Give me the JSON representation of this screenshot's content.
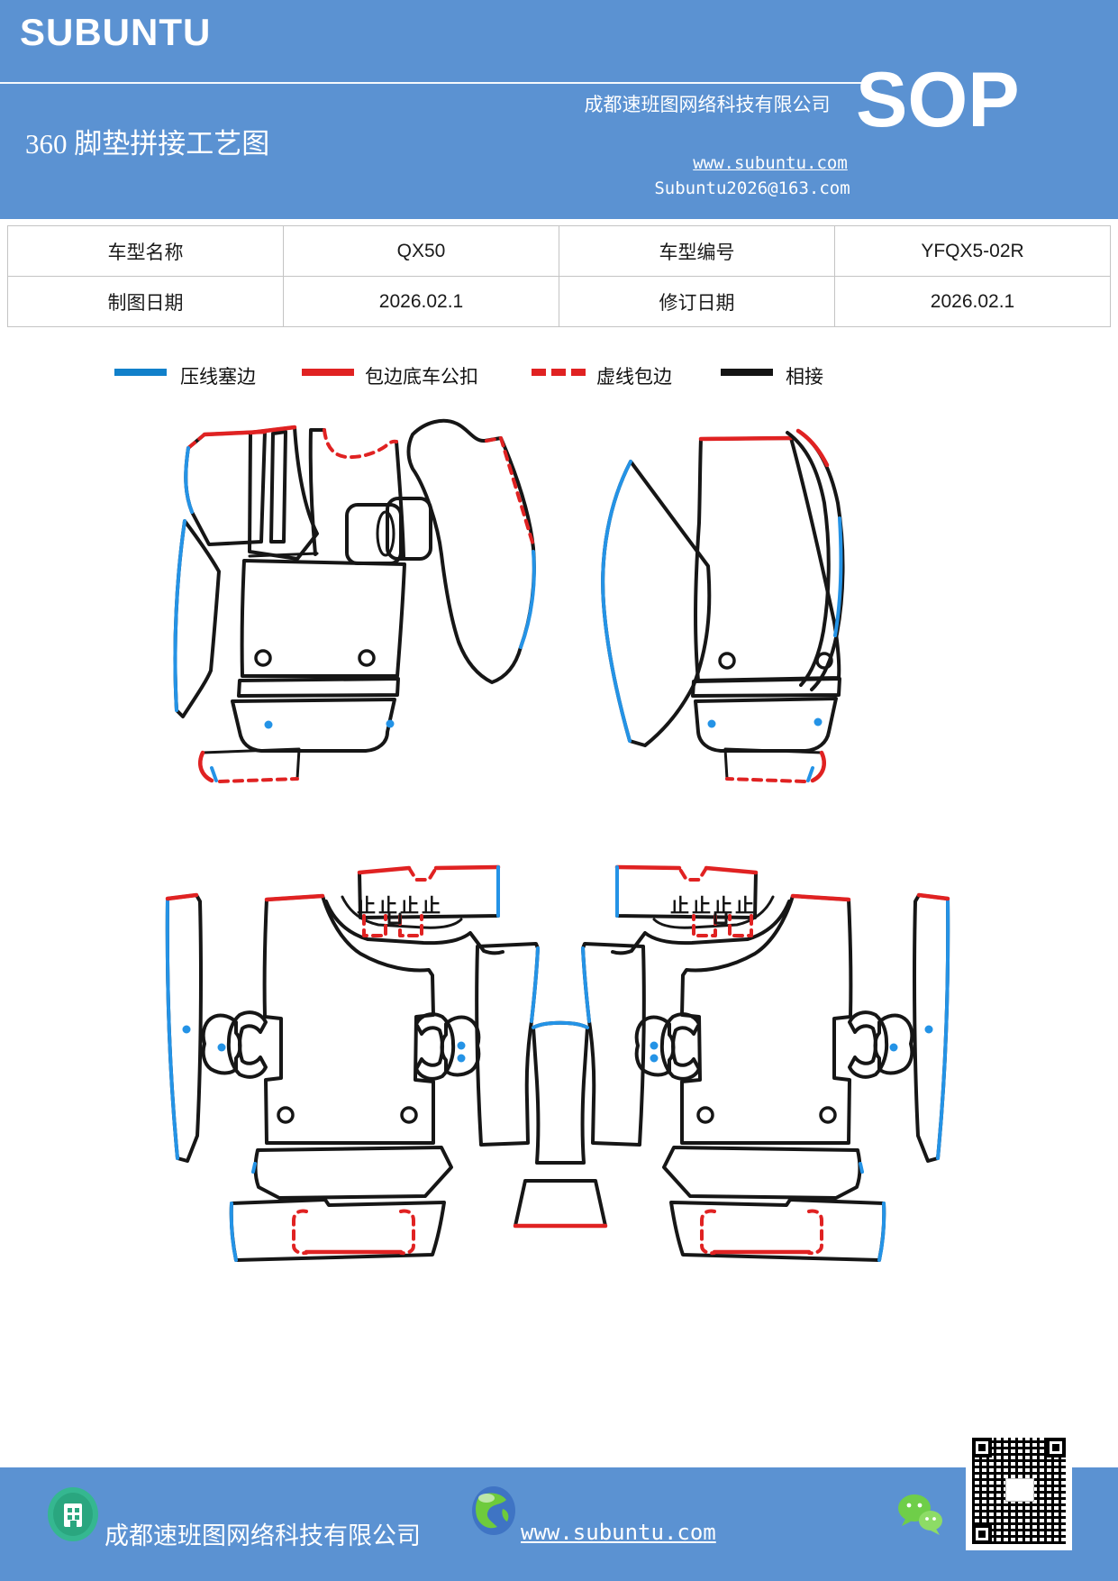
{
  "header": {
    "logo": "SUBUNTU",
    "title": "360 脚垫拼接工艺图",
    "company": "成都速班图网络科技有限公司",
    "badge": "SOP",
    "website": "www.subuntu.com",
    "email": "Subuntu2026@163.com",
    "accent_blue": "#5b92d2"
  },
  "info_table": {
    "rows": [
      [
        "车型名称",
        "QX50",
        "车型编号",
        "YFQX5-02R"
      ],
      [
        "制图日期",
        "2026.02.1",
        "修订日期",
        "2026.02.1"
      ]
    ]
  },
  "legend": {
    "items": [
      {
        "label": "压线塞边",
        "color": "#1180ca",
        "style": "solid"
      },
      {
        "label": "包边底车公扣",
        "color": "#e02222",
        "style": "solid"
      },
      {
        "label": "虚线包边",
        "color": "#e02222",
        "style": "dashed"
      },
      {
        "label": "相接",
        "color": "#141414",
        "style": "solid"
      }
    ]
  },
  "diagram": {
    "stroke_black": "#161616",
    "stroke_blue": "#2493e6",
    "stroke_red": "#e02222",
    "clip_marks": "止止止止"
  },
  "footer": {
    "company": "成都速班图网络科技有限公司",
    "website": "www.subuntu.com"
  }
}
